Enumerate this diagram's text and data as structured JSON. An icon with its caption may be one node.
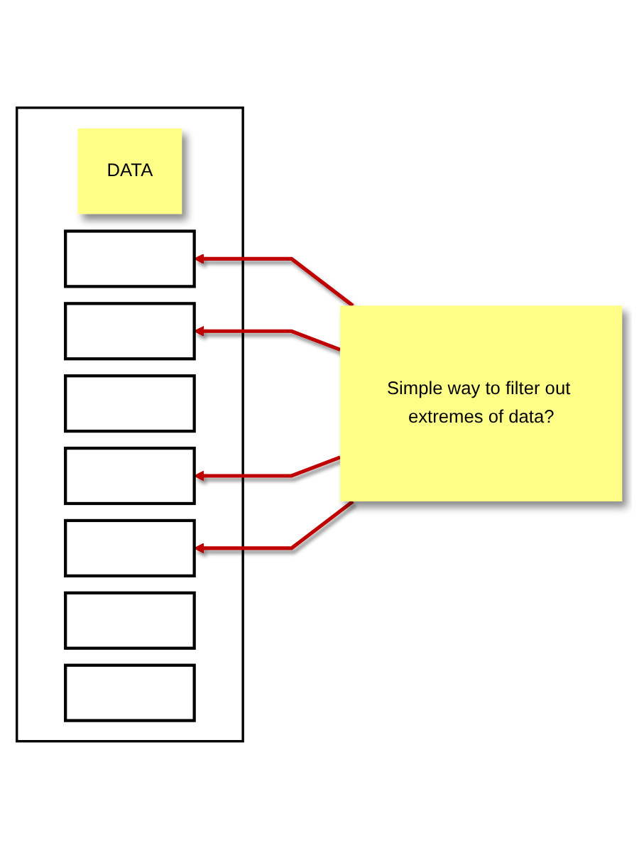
{
  "diagram": {
    "nodes": [
      {
        "text": [],
        "shape": "box"
      },
      {
        "text": [
          "DATA"
        ],
        "in": 0
      },
      {
        "text": [],
        "shape": "box",
        "in": 0
      },
      {
        "text": [],
        "shape": "box",
        "in": 0
      },
      {
        "text": [],
        "shape": "box",
        "in": 0
      },
      {
        "text": [],
        "shape": "box",
        "in": 0
      },
      {
        "text": [],
        "shape": "box",
        "in": 0
      },
      {
        "text": [],
        "shape": "box",
        "in": 0
      },
      {
        "text": [],
        "shape": "box",
        "in": 0
      },
      {
        "text": [
          "Simple way to filter out extremes of data?"
        ]
      }
    ],
    "edges": [
      {
        "from": 9,
        "to": 2,
        "arrow": "to"
      },
      {
        "from": 9,
        "to": 3,
        "arrow": "to"
      },
      {
        "from": 9,
        "to": 5,
        "arrow": "to"
      },
      {
        "from": 9,
        "to": 6,
        "arrow": "to"
      }
    ]
  }
}
